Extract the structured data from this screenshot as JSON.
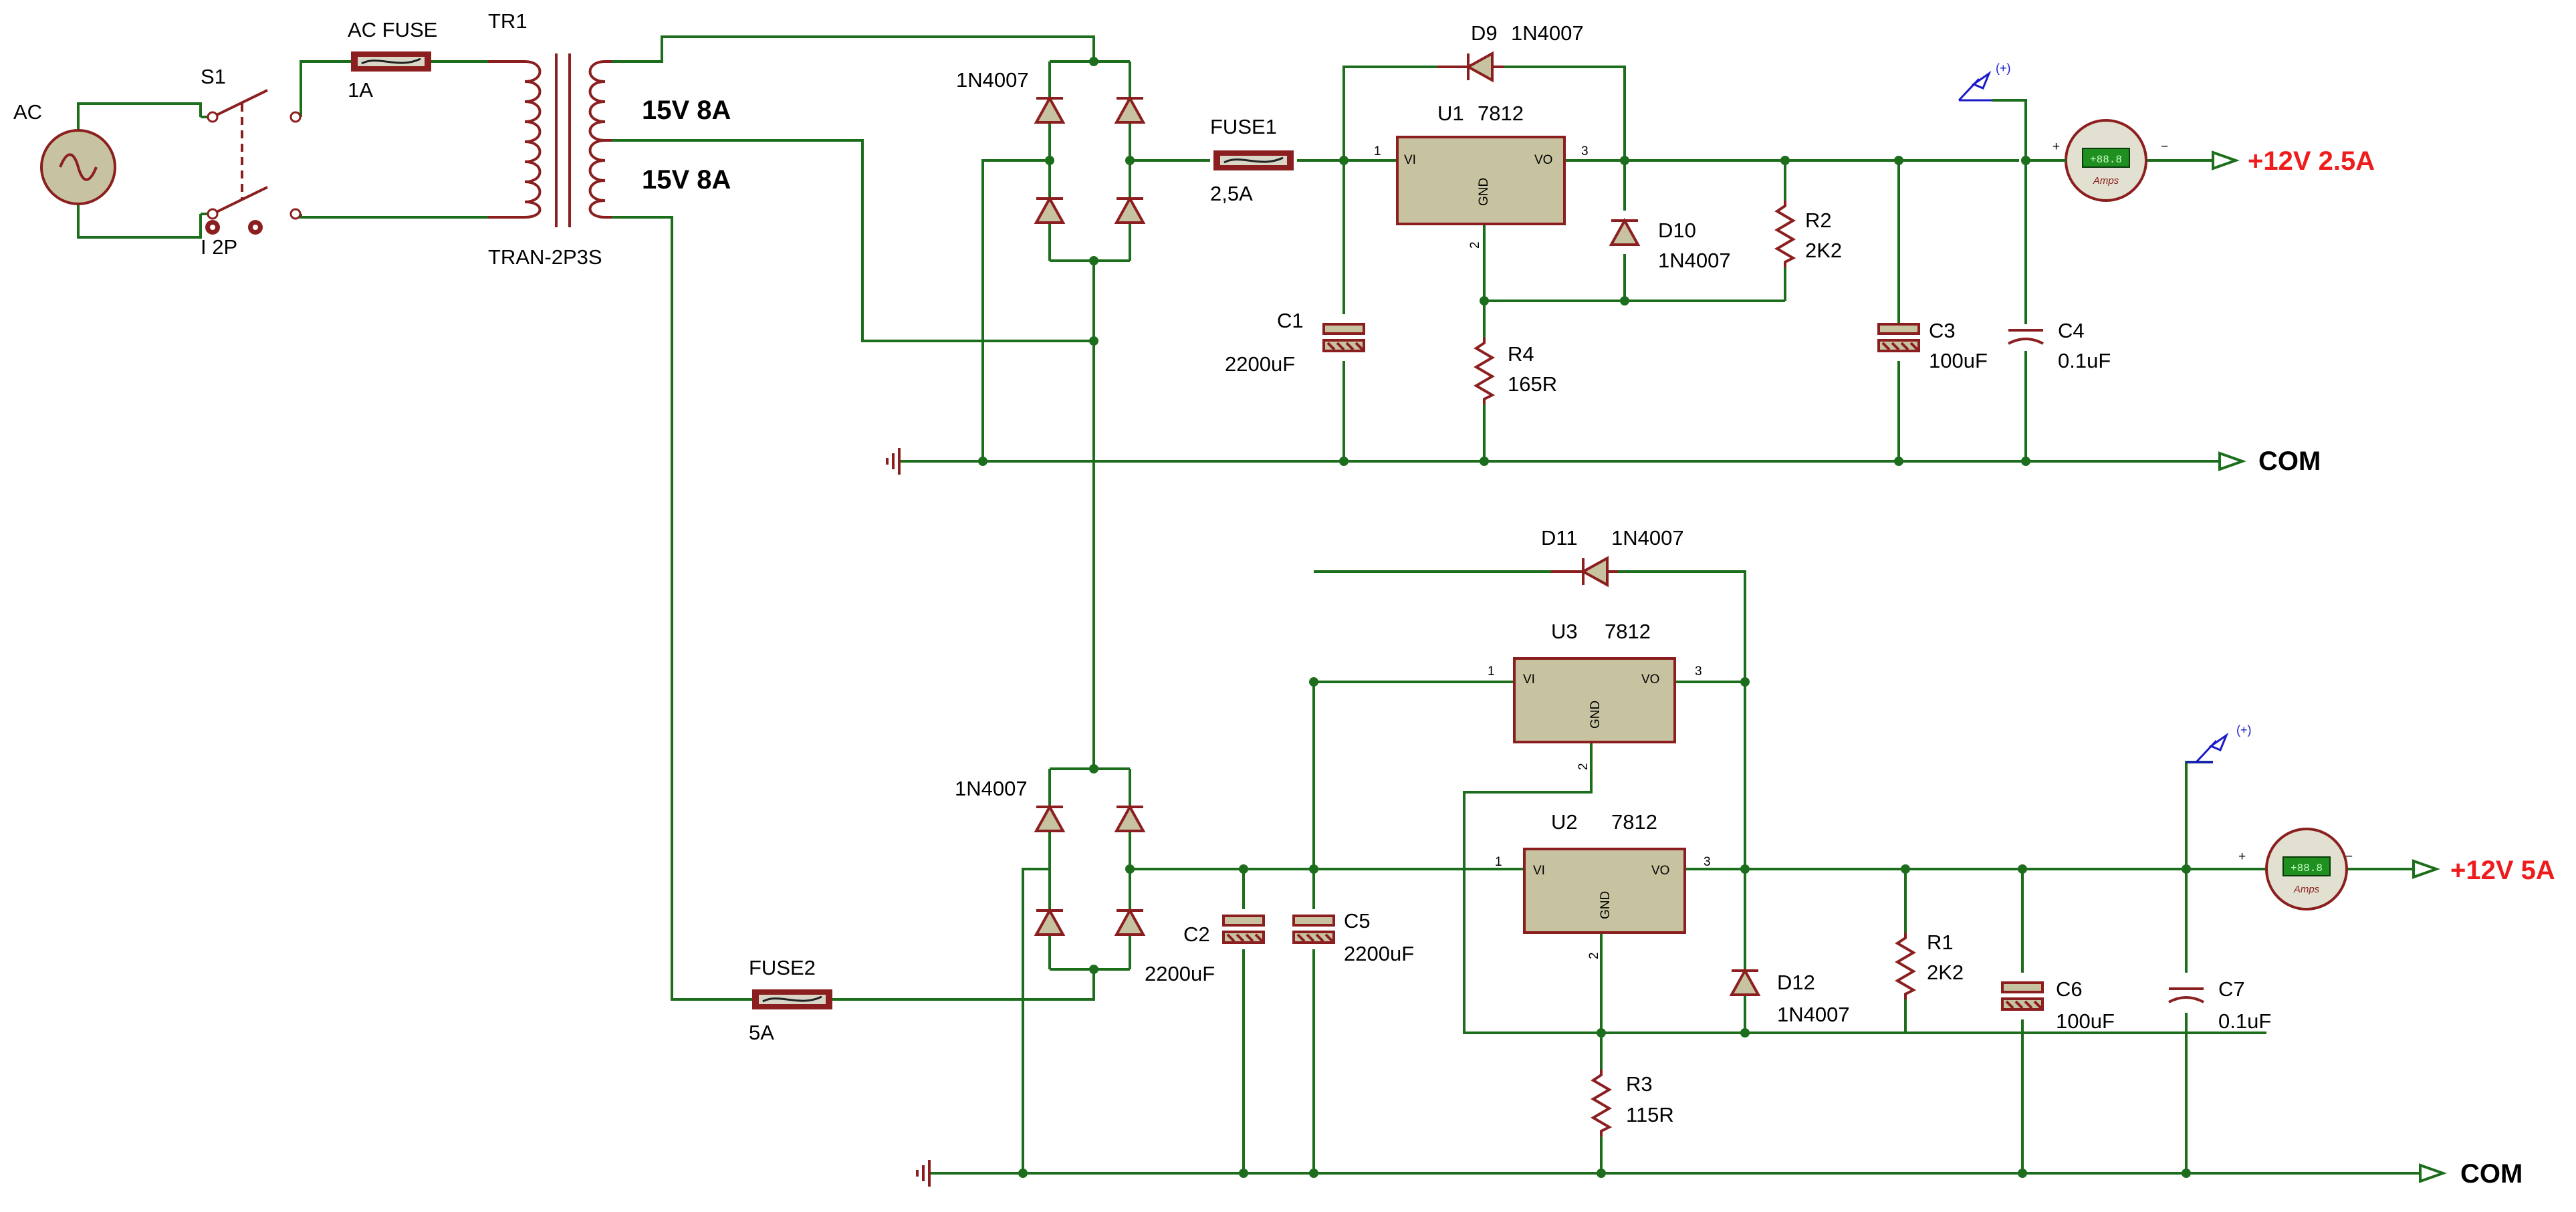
{
  "source": {
    "label": "AC"
  },
  "switch": {
    "ref": "S1",
    "value": "I 2P"
  },
  "fuse_ac": {
    "ref": "AC FUSE",
    "value": "1A"
  },
  "transformer": {
    "ref": "TR1",
    "value": "TRAN-2P3S",
    "sec1": "15V 8A",
    "sec2": "15V 8A"
  },
  "bridge1": {
    "label": "1N4007"
  },
  "bridge2": {
    "label": "1N4007"
  },
  "fuse1": {
    "ref": "FUSE1",
    "value": "2,5A"
  },
  "fuse2": {
    "ref": "FUSE2",
    "value": "5A"
  },
  "u1": {
    "ref": "U1",
    "part": "7812"
  },
  "u2": {
    "ref": "U2",
    "part": "7812"
  },
  "u3": {
    "ref": "U3",
    "part": "7812"
  },
  "reg_pins": {
    "vi": "VI",
    "vo": "VO",
    "gnd": "GND",
    "p1": "1",
    "p2": "2",
    "p3": "3"
  },
  "d9": {
    "ref": "D9",
    "value": "1N4007"
  },
  "d10": {
    "ref": "D10",
    "value": "1N4007"
  },
  "d11": {
    "ref": "D11",
    "value": "1N4007"
  },
  "d12": {
    "ref": "D12",
    "value": "1N4007"
  },
  "c1": {
    "ref": "C1",
    "value": "2200uF"
  },
  "c2": {
    "ref": "C2",
    "value": "2200uF"
  },
  "c3": {
    "ref": "C3",
    "value": "100uF"
  },
  "c4": {
    "ref": "C4",
    "value": "0.1uF"
  },
  "c5": {
    "ref": "C5",
    "value": "2200uF"
  },
  "c6": {
    "ref": "C6",
    "value": "100uF"
  },
  "c7": {
    "ref": "C7",
    "value": "0.1uF"
  },
  "r1": {
    "ref": "R1",
    "value": "2K2"
  },
  "r2": {
    "ref": "R2",
    "value": "2K2"
  },
  "r3": {
    "ref": "R3",
    "value": "115R"
  },
  "r4": {
    "ref": "R4",
    "value": "165R"
  },
  "ammeter": {
    "display": "+88.8",
    "unit": "Amps",
    "plus": "+",
    "minus": "−"
  },
  "probe": {
    "label": "(+)"
  },
  "out1": {
    "label": "+12V 2.5A"
  },
  "out2": {
    "label": "+12V 5A"
  },
  "com1": {
    "label": "COM"
  },
  "com2": {
    "label": "COM"
  },
  "colors": {
    "wire": "#1c6e1c",
    "part": "#8b1f1f",
    "body": "#c7c3a0",
    "output": "#ee1c1c",
    "probe": "#1a1ac8"
  }
}
